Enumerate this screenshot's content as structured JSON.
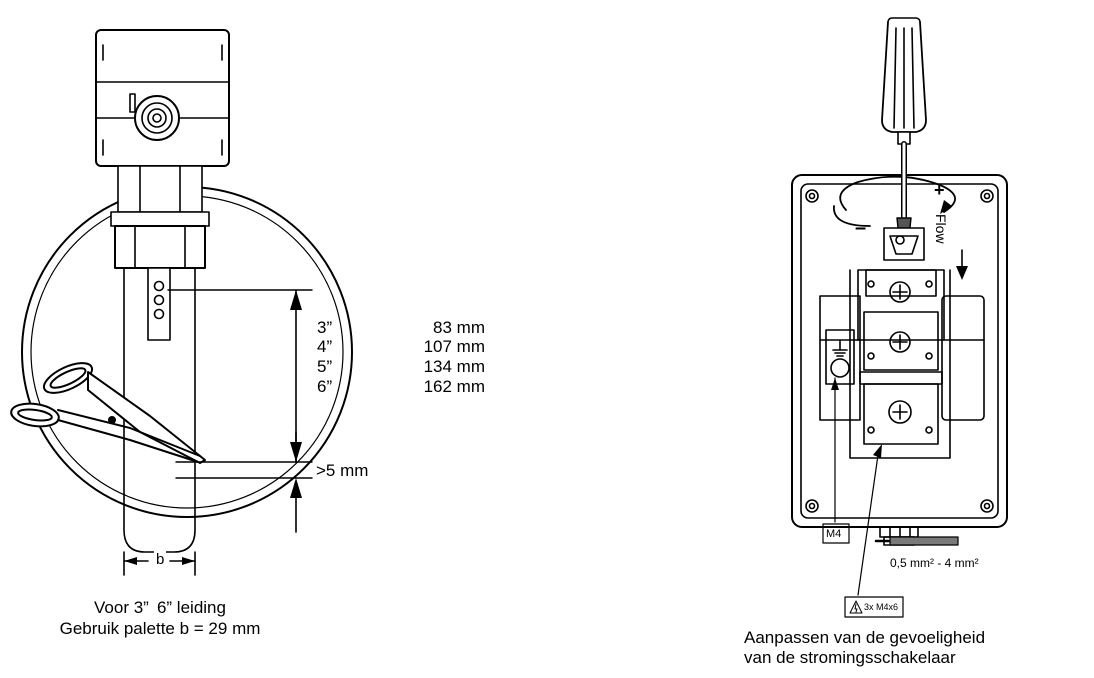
{
  "left": {
    "sizes": [
      {
        "pipe": "3”",
        "length": "83 mm"
      },
      {
        "pipe": "4”",
        "length": "107 mm"
      },
      {
        "pipe": "5”",
        "length": "134 mm"
      },
      {
        "pipe": "6”",
        "length": "162 mm"
      }
    ],
    "clearance": ">5 mm",
    "width_label": "b",
    "caption_line1": "Voor 3”  6” leiding",
    "caption_line2": "Gebruik palette b = 29 mm"
  },
  "right": {
    "flow_label": "Flow",
    "plus": "+",
    "minus": "–",
    "screw_label": "M4",
    "screw_spec": "3x M4x6",
    "wire_label": "0,5 mm² - 4 mm²",
    "caption_line1": "Aanpassen van de gevoeligheid",
    "caption_line2": "van de stromingsschakelaar"
  },
  "colors": {
    "ink": "#000000",
    "paper": "#ffffff",
    "cable": "#7a7a7a",
    "tool_tip": "#555555"
  }
}
